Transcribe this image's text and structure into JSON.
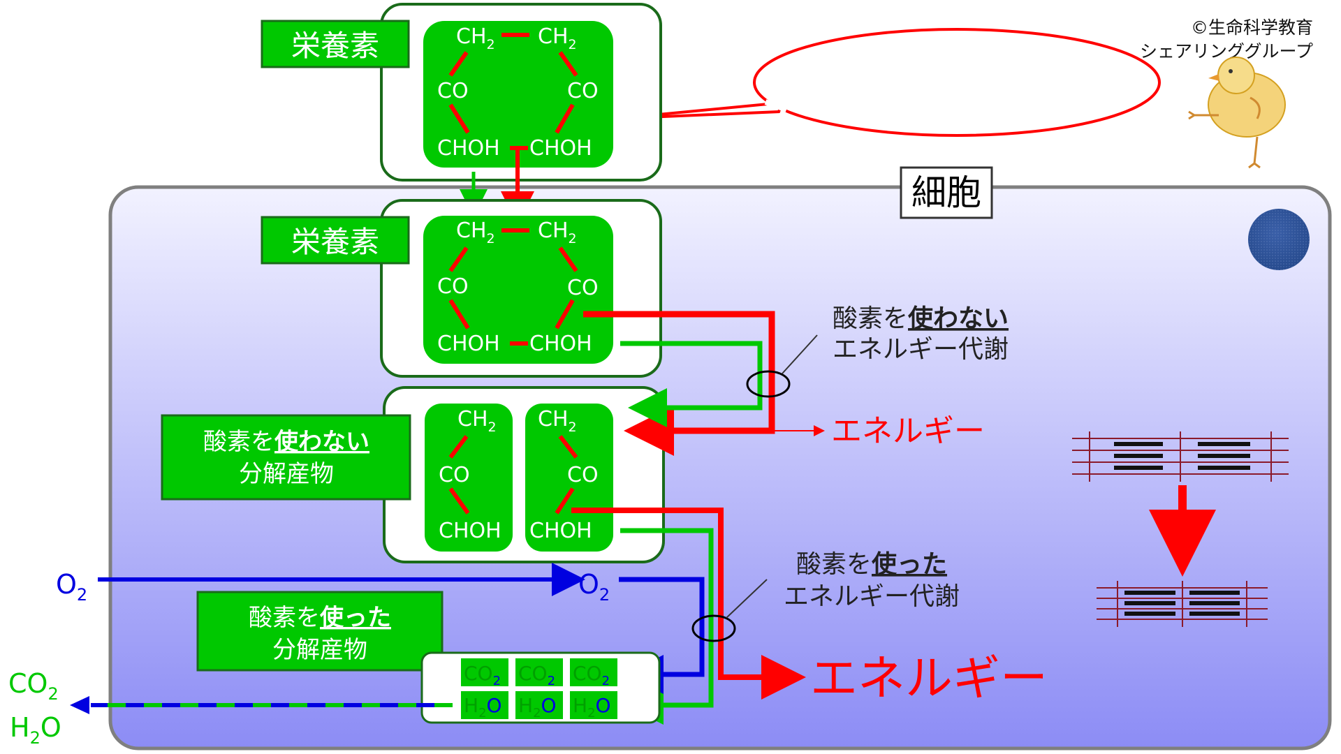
{
  "copyright": {
    "line1": "©生命科学教育",
    "line2": "シェアリンググループ"
  },
  "cell_label": "細胞",
  "nutrient_label": "栄養素",
  "molecule": {
    "ch2": "CH",
    "sub2": "2",
    "co": "CO",
    "choh": "CHOH"
  },
  "anaerobic_products_label": {
    "line1_prefix": "酸素を",
    "line1_emph": "使わない",
    "line2": "分解産物"
  },
  "aerobic_products_label": {
    "line1_prefix": "酸素を",
    "line1_emph": "使った",
    "line2": "分解産物"
  },
  "anaerobic_metabolism": {
    "line1_prefix": "酸素を",
    "line1_emph": "使わない",
    "line2": "エネルギー代謝"
  },
  "aerobic_metabolism": {
    "line1_prefix": "酸素を",
    "line1_emph": "使った",
    "line2": "エネルギー代謝"
  },
  "energy_label": "エネルギー",
  "gases": {
    "o2_base": "O",
    "co2_base": "CO",
    "h2o_h": "H",
    "h2o_o": "O",
    "sub": "2"
  },
  "colors": {
    "green": "#00c800",
    "red": "#ff0000",
    "blue": "#0000e0",
    "dark_green_border": "#1a6b1a"
  }
}
